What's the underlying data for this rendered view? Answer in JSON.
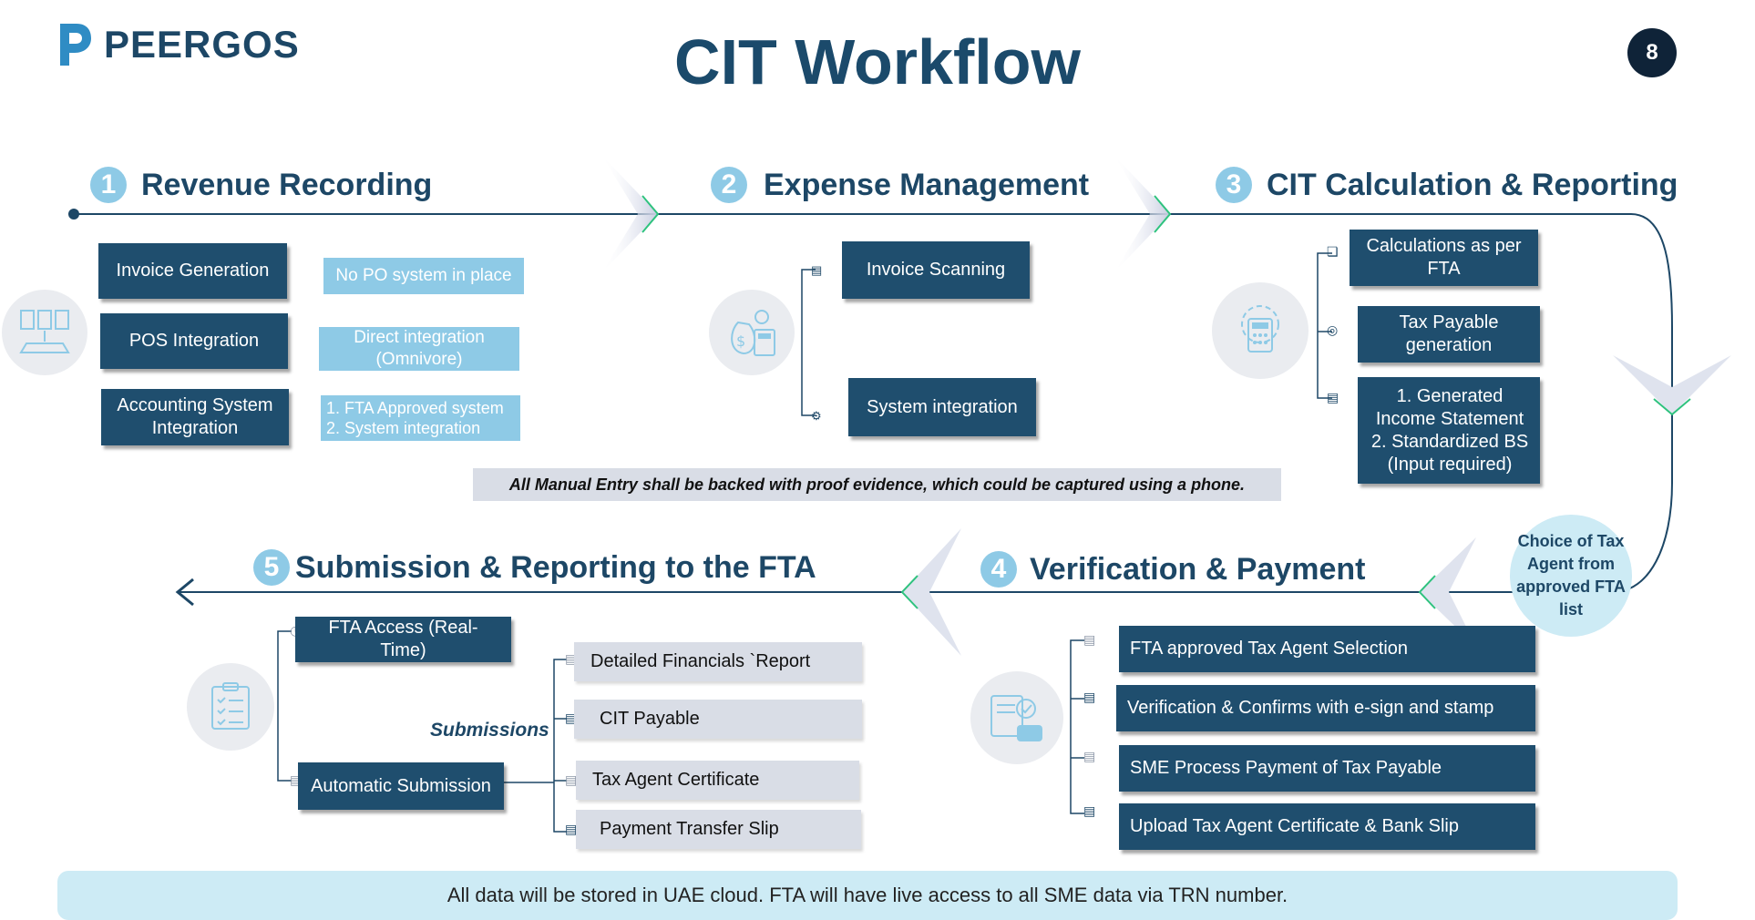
{
  "header": {
    "brand": "PEERGOS",
    "title": "CIT Workflow",
    "page_number": "8"
  },
  "steps": {
    "s1": {
      "number": "1",
      "title": "Revenue Recording"
    },
    "s2": {
      "number": "2",
      "title": "Expense Management"
    },
    "s3": {
      "number": "3",
      "title": "CIT Calculation & Reporting"
    },
    "s4": {
      "number": "4",
      "title": "Verification & Payment"
    },
    "s5": {
      "number": "5",
      "title": "Submission & Reporting to the FTA"
    }
  },
  "revenue": {
    "boxes": [
      "Invoice Generation",
      "POS Integration",
      "Accounting System Integration"
    ],
    "notes": {
      "no_po": "No PO system in place",
      "direct": "Direct integration (Omnivore)",
      "list": [
        "1.   FTA Approved system",
        "2.   System integration"
      ]
    }
  },
  "expense": {
    "boxes": [
      "Invoice Scanning",
      "System integration"
    ]
  },
  "cit": {
    "boxes": [
      "Calculations as per FTA",
      "Tax Payable generation"
    ],
    "list": [
      "1. Generated Income Statement",
      "2. Standardized BS (Input required)"
    ]
  },
  "manual_note": "All Manual Entry shall be backed with proof evidence, which could be captured using a phone.",
  "tax_agent_bubble": "Choice of Tax Agent from approved FTA list",
  "verification": {
    "boxes": [
      "FTA approved Tax Agent Selection",
      "Verification & Confirms with e-sign and stamp",
      "SME Process Payment of Tax Payable",
      "Upload Tax Agent Certificate & Bank Slip"
    ]
  },
  "submission": {
    "boxes": [
      "FTA Access (Real-Time)",
      "Automatic Submission"
    ],
    "label": "Submissions",
    "items": [
      "Detailed Financials `Report",
      "CIT Payable",
      "Tax Agent Certificate",
      "Payment Transfer Slip"
    ]
  },
  "footer": "All data will be stored in UAE cloud.  FTA will have live access to all SME data via TRN number.",
  "colors": {
    "dark_box": "#1f4e6e",
    "light_box": "#8ecae6",
    "grey_box": "#d9dde6",
    "title": "#1b4a6b",
    "accent_green": "#2ec27e"
  }
}
